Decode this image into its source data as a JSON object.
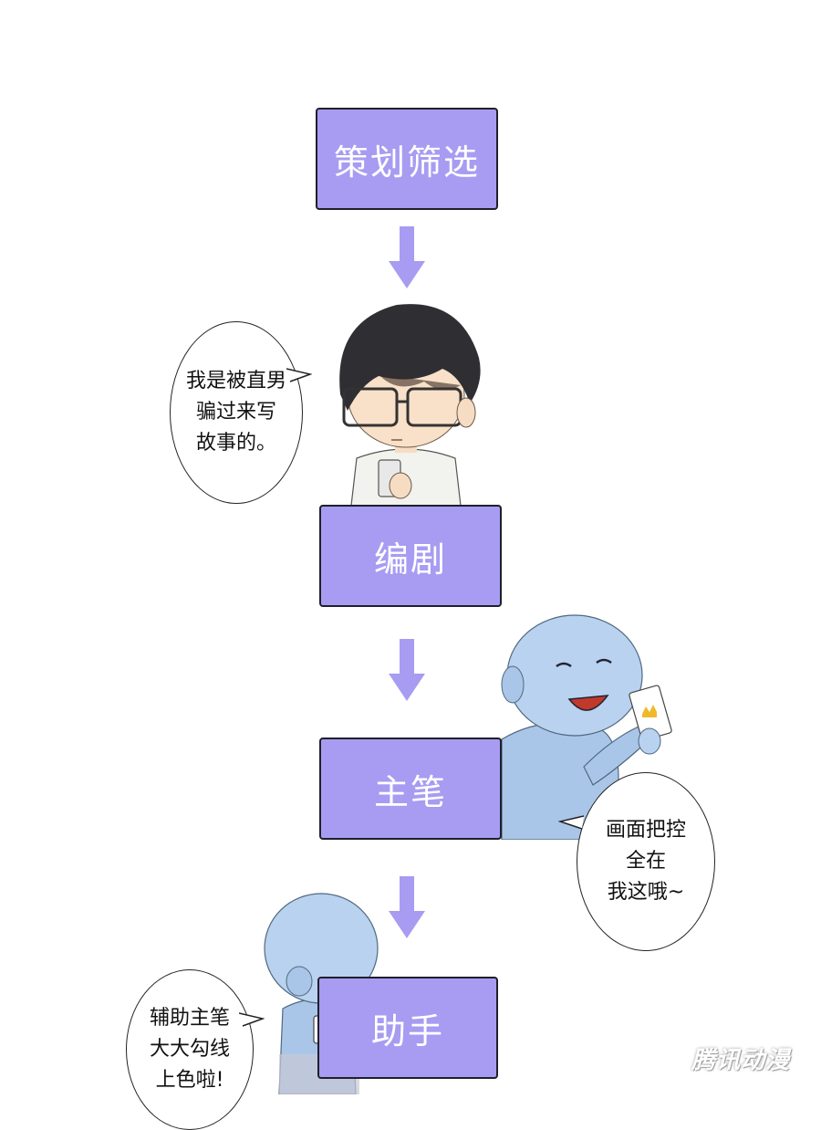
{
  "flow": {
    "step1": "策划筛选",
    "step2": "编剧",
    "step3": "主笔",
    "step4": "助手"
  },
  "bubbles": {
    "writer": "我是被直男\n骗过来写\n故事的。",
    "lead_artist": "画面把控\n全在\n我这哦~",
    "assistant": "辅助主笔\n大大勾线\n上色啦!"
  },
  "watermark": "腾讯动漫",
  "colors": {
    "box_fill": "#a79cf2",
    "arrow": "#a79cf2",
    "figure_blue": "#a9c6e8"
  }
}
